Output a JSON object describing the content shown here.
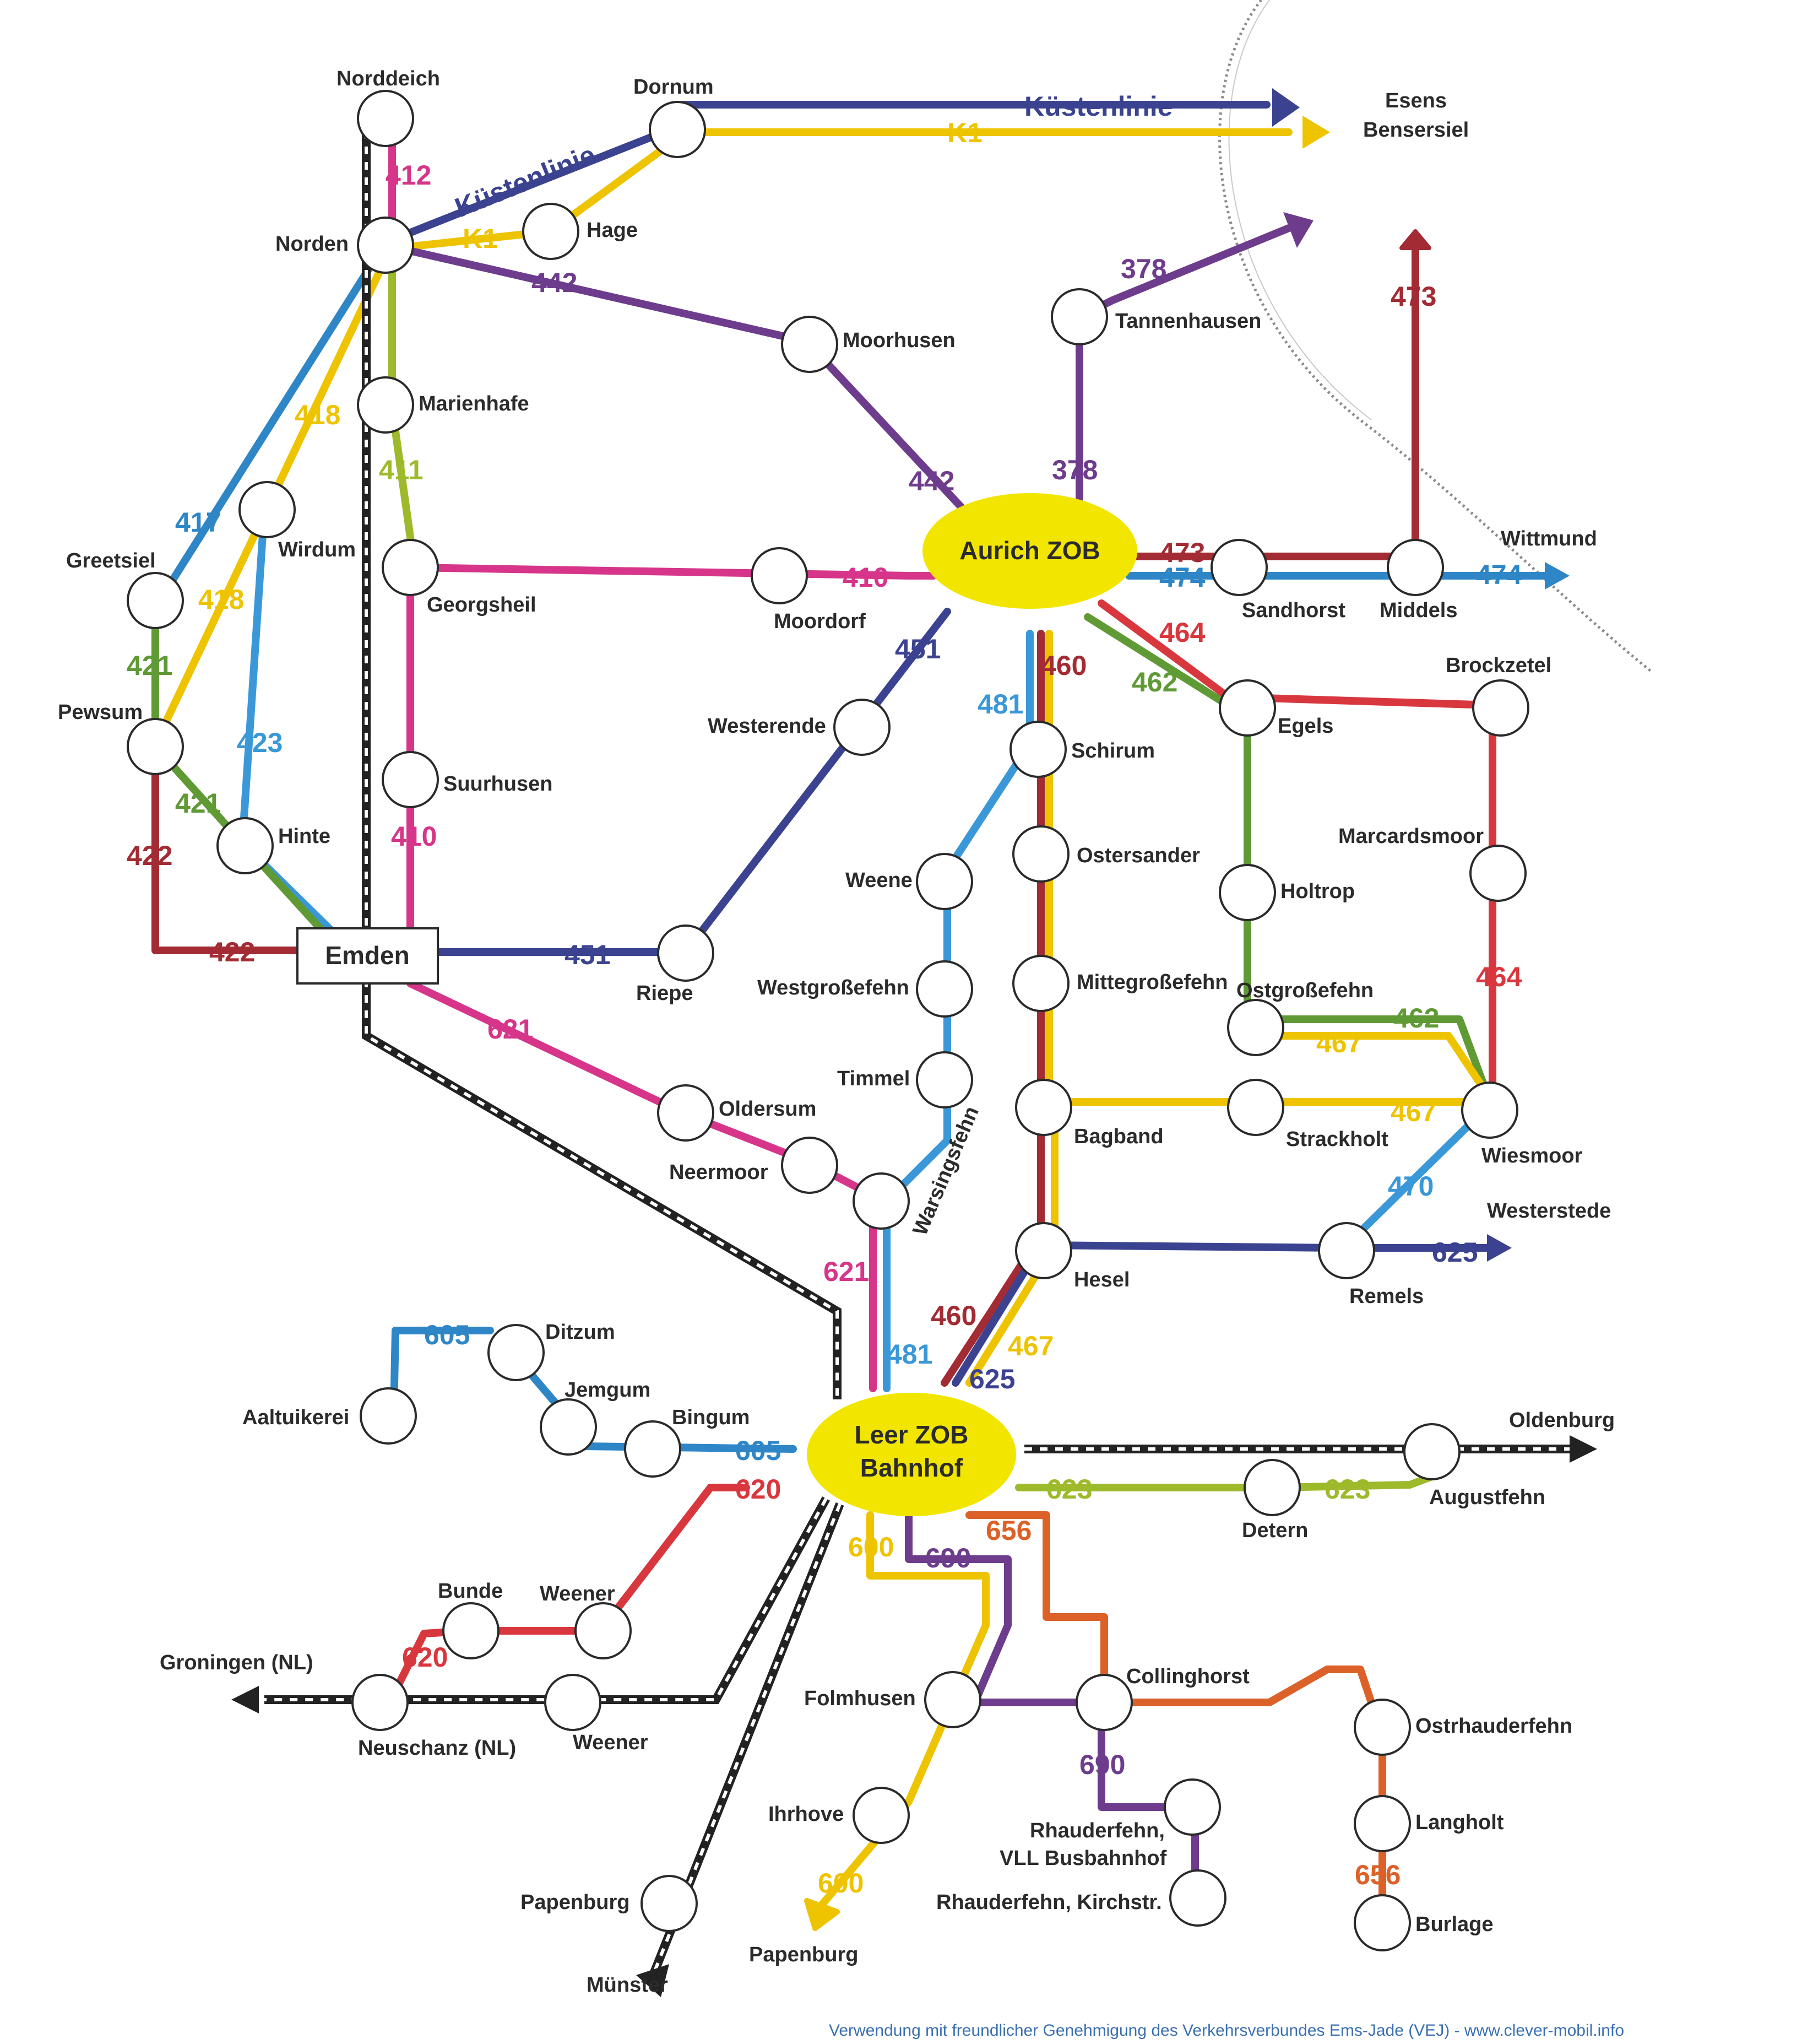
{
  "colors": {
    "purple": "#6e3c8c",
    "magenta": "#d6358a",
    "yellow": "#eec300",
    "blue": "#2e86c6",
    "lightblue": "#3a98d8",
    "navy": "#3b4391",
    "green": "#5f9a35",
    "lime": "#9cba2a",
    "darkred": "#a32b33",
    "red": "#d9373e",
    "orange": "#dc6128",
    "railblack": "#222222",
    "hub": "#f2e600"
  },
  "hubs": {
    "aurich": "Aurich ZOB",
    "leer_line1": "Leer ZOB",
    "leer_line2": "Bahnhof",
    "emden": "Emden"
  },
  "stops": {
    "norddeich": "Norddeich",
    "norden": "Norden",
    "dornum": "Dornum",
    "hage": "Hage",
    "esens": "Esens",
    "bensersiel": "Bensersiel",
    "marienhafe": "Marienhafe",
    "moorhusen": "Moorhusen",
    "tannenhausen": "Tannenhausen",
    "wirdum": "Wirdum",
    "greetsiel": "Greetsiel",
    "pewsum": "Pewsum",
    "hinte": "Hinte",
    "georgsheil": "Georgsheil",
    "moordorf": "Moordorf",
    "suurhusen": "Suurhusen",
    "westerende": "Westerende",
    "riepe": "Riepe",
    "sandhorst": "Sandhorst",
    "middels": "Middels",
    "wittmund": "Wittmund",
    "brockzetel": "Brockzetel",
    "egels": "Egels",
    "schirum": "Schirum",
    "ostersander": "Ostersander",
    "mittegrossefehn": "Mittegroßefehn",
    "holtrop": "Holtrop",
    "marcardsmoor": "Marcardsmoor",
    "ostgrossefehn": "Ostgroßefehn",
    "weene": "Weene",
    "westgrossefehn": "Westgroßefehn",
    "timmel": "Timmel",
    "warsingsfehn": "Warsingsfehn",
    "bagband": "Bagband",
    "strackholt": "Strackholt",
    "wiesmoor": "Wiesmoor",
    "oldersum": "Oldersum",
    "neermoor": "Neermoor",
    "hesel": "Hesel",
    "remels": "Remels",
    "westerstede": "Westerstede",
    "ditzum": "Ditzum",
    "jemgum": "Jemgum",
    "bingum": "Bingum",
    "aaltuikerei": "Aaltuikerei",
    "oldenburg": "Oldenburg",
    "augustfehn": "Augustfehn",
    "detern": "Detern",
    "bunde": "Bunde",
    "weener_top": "Weener",
    "weener_bottom": "Weener",
    "groningen": "Groningen (NL)",
    "neuschanz": "Neuschanz (NL)",
    "folmhusen": "Folmhusen",
    "collinghorst": "Collinghorst",
    "ostrhauderfehn": "Ostrhauderfehn",
    "langholt": "Langholt",
    "burlage": "Burlage",
    "ihrhove": "Ihrhove",
    "papenburg_rail": "Papenburg",
    "papenburg_bus": "Papenburg",
    "muenster": "Münster",
    "rhauderfehn_vll_1": "Rhauderfehn,",
    "rhauderfehn_vll_2": "VLL Busbahnhof",
    "rhauderfehn_kirch": "Rhauderfehn, Kirchstr."
  },
  "line_labels": {
    "kuestenlinie_top": "Küstenlinie",
    "kuestenlinie_diag": "Küstenlinie",
    "k1_top": "K1",
    "k1_low": "K1",
    "l412": "412",
    "l442_a": "442",
    "l442_b": "442",
    "l378_a": "378",
    "l378_b": "378",
    "l473_top": "473",
    "l473_a": "473",
    "l474_a": "474",
    "l474_b": "474",
    "l418_a": "418",
    "l418_b": "418",
    "l411": "411",
    "l417": "417",
    "l421_a": "421",
    "l421_b": "421",
    "l423": "423",
    "l422_a": "422",
    "l422_b": "422",
    "l410_a": "410",
    "l410_b": "410",
    "l451_a": "451",
    "l451_b": "451",
    "l460_a": "460",
    "l460_b": "460",
    "l481_a": "481",
    "l481_b": "481",
    "l462_a": "462",
    "l462_b": "462",
    "l464_a": "464",
    "l464_b": "464",
    "l467_a": "467",
    "l467_b": "467",
    "l467_c": "467",
    "l470": "470",
    "l625_a": "625",
    "l625_b": "625",
    "l621_a": "621",
    "l621_b": "621",
    "l605_a": "605",
    "l605_b": "605",
    "l620_a": "620",
    "l620_b": "620",
    "l623_a": "623",
    "l623_b": "623",
    "l600_a": "600",
    "l600_b": "600",
    "l690_a": "690",
    "l690_b": "690",
    "l656_a": "656",
    "l656_b": "656"
  },
  "credit": "Verwendung mit freundlicher Genehmigung des Verkehrsverbundes Ems-Jade (VEJ) -  www.clever-mobil.info"
}
